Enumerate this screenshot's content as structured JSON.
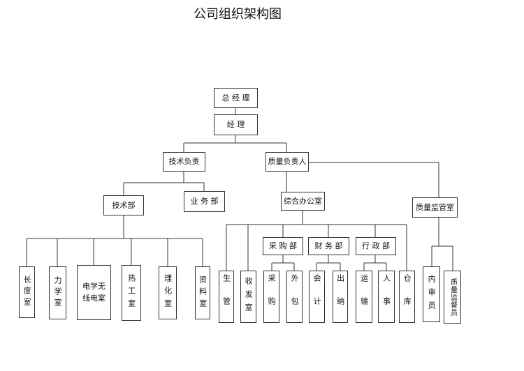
{
  "title": "公司组织架构图",
  "nodes": {
    "general_manager": "总 经 理",
    "manager": "经    理",
    "tech_lead": "技术负责",
    "quality_lead": "质量负责人",
    "tech_dept": "技术部",
    "business_dept": "业 务 部",
    "general_office": "综合办公室",
    "quality_supervision_office": "质量监管室",
    "procurement_dept": "采 购 部",
    "finance_dept": "财 务 部",
    "admin_dept": "行 政 部",
    "length_room": "长度室",
    "mechanics_room": "力学室",
    "electrical_wireless_room": "电学无线电室",
    "thermal_room": "热工室",
    "physchem_room": "理化室",
    "records_room": "资料室",
    "production": "生管",
    "mail_room": "收发室",
    "purchasing": "采购",
    "outsourcing": "外包",
    "accounting": "会计",
    "cashier": "出纳",
    "transport": "运输",
    "personnel": "人事",
    "warehouse": "仓库",
    "internal_auditor": "内审员",
    "quality_supervisor": "质量监督员"
  }
}
